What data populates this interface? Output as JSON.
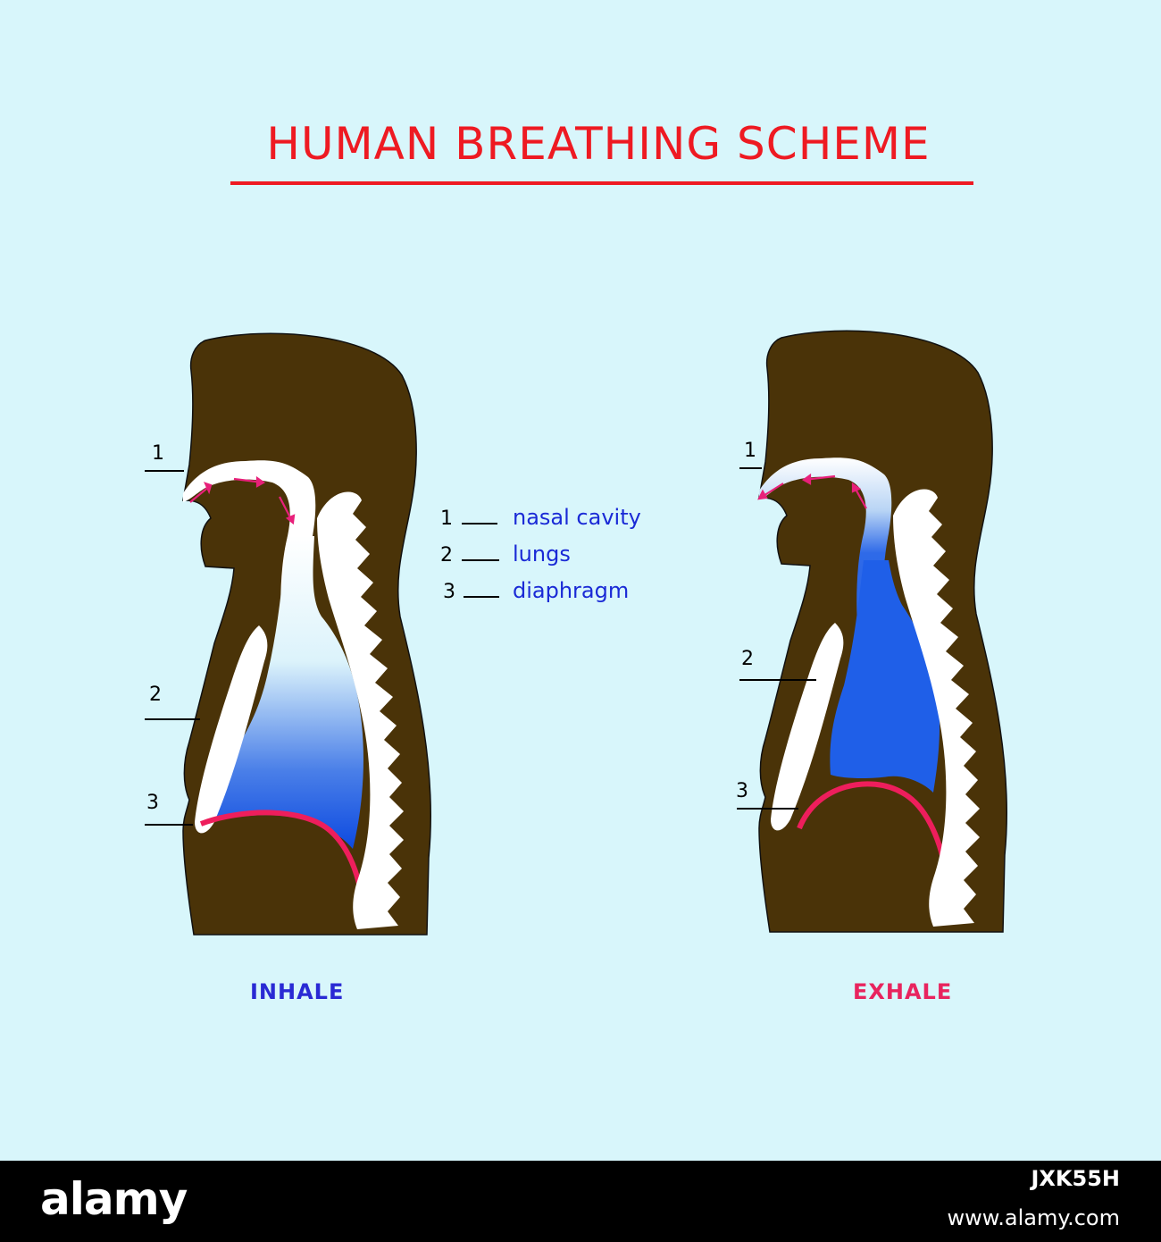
{
  "title": "HUMAN BREATHING SCHEME",
  "legend": [
    {
      "num": "1",
      "term": "nasal cavity"
    },
    {
      "num": "2",
      "term": "lungs"
    },
    {
      "num": "3",
      "term": "diaphragm"
    }
  ],
  "inhale": {
    "caption": "INHALE",
    "labels": [
      "1",
      "2",
      "3"
    ]
  },
  "exhale": {
    "caption": "EXHALE",
    "labels": [
      "1",
      "2",
      "3"
    ]
  },
  "footer": {
    "brand": "alamy",
    "image_id": "JXK55H",
    "site": "www.alamy.com"
  },
  "colors": {
    "body": "#4a3308",
    "air": "#1f5fe8",
    "diaphragm": "#ee1e5c",
    "arrow": "#e8207a",
    "title": "#ee1a22",
    "inhale_caption": "#2a2ad4",
    "exhale_caption": "#e8245e",
    "background": "#d8f6fb"
  }
}
